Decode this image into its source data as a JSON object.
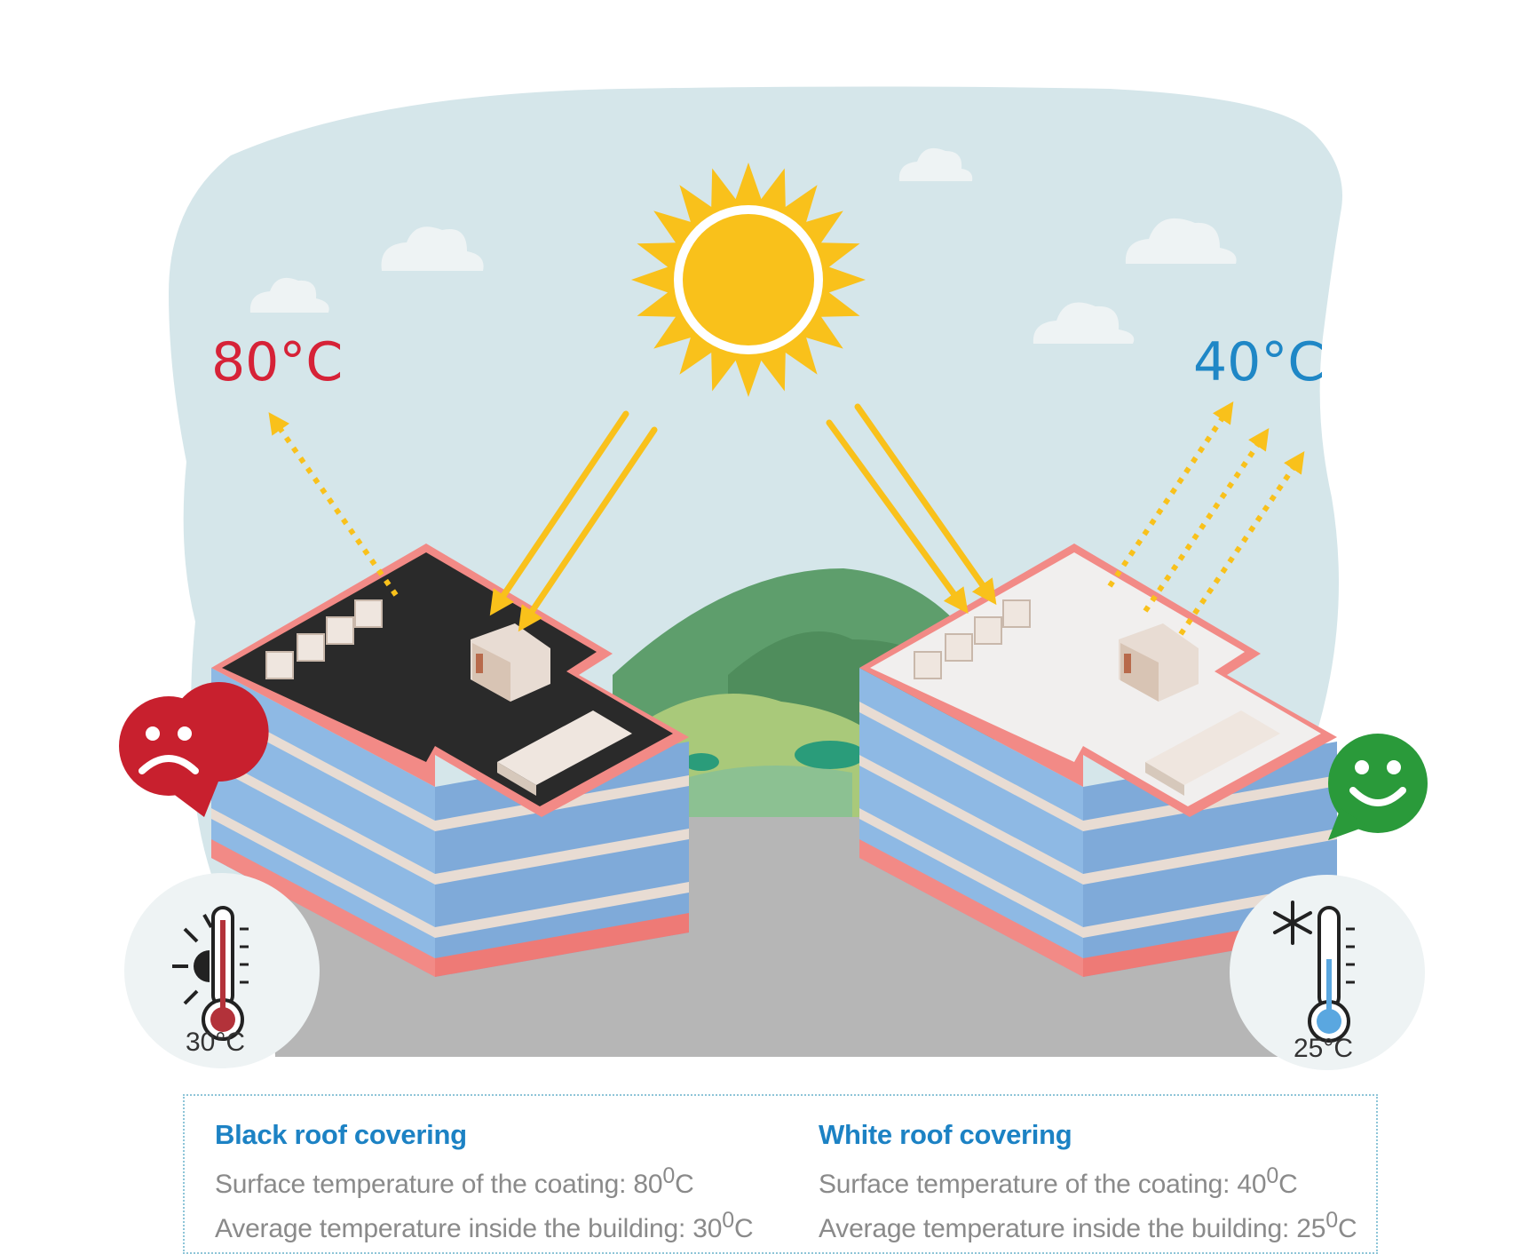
{
  "labels": {
    "hot_surface_temp": "80°C",
    "cool_surface_temp": "40°C",
    "hot_indoor_temp": "30°C",
    "cool_indoor_temp": "25°C"
  },
  "info": {
    "black": {
      "title": "Black roof covering",
      "surface_prefix": "Surface temperature of the coating: 80",
      "indoor_prefix": "Average temperature inside the building: 30",
      "degree_sup": "0",
      "unit": "C"
    },
    "white": {
      "title": "White roof covering",
      "surface_prefix": "Surface temperature of the coating: 40",
      "indoor_prefix": "Average temperature inside the building: 25",
      "degree_sup": "0",
      "unit": "C"
    }
  },
  "colors": {
    "sky": "#d5e6ea",
    "sun": "#f9c11b",
    "hot": "#d62237",
    "cool": "#1f87c6",
    "sad_face": "#c8202e",
    "happy_face": "#2a9a3a",
    "roof_black": "#2a2a2a",
    "roof_white": "#f1efee",
    "window_blue": "#8eb9e4",
    "trim_pink": "#f28a86"
  },
  "icons": [
    "sun-icon",
    "sad-face-icon",
    "happy-face-icon",
    "hot-thermometer-icon",
    "cold-thermometer-icon",
    "snowflake-icon",
    "cloud-icon"
  ]
}
